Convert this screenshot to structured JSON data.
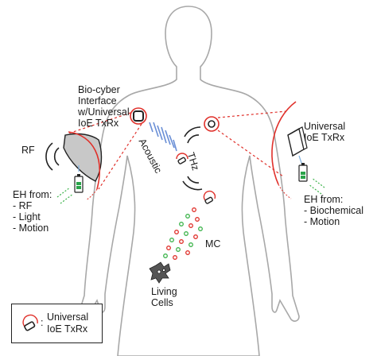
{
  "labels": {
    "bio_cyber": [
      "Bio-cyber",
      "Interface",
      "w/Universal",
      "IoE TxRx"
    ],
    "rf": "RF",
    "acoustic": "Acoustic",
    "thz": "THz",
    "universal_right": [
      "Universal",
      "IoE TxRx"
    ],
    "eh_left": [
      "EH from:",
      "- RF",
      "- Light",
      "- Motion"
    ],
    "eh_right": [
      "EH from:",
      "- Biochemical",
      "- Motion"
    ],
    "mc": "MC",
    "living_cells": [
      "Living",
      "Cells"
    ]
  },
  "legend": {
    "colon": ":",
    "text": [
      "Universal",
      "IoE TxRx"
    ]
  },
  "colors": {
    "body_outline": "#a8a8a8",
    "red_dashed": "#e0302a",
    "acoustic_wave": "#6a8fd6",
    "green": "#3cb34a",
    "battery_green": "#2aa34a",
    "gray_fill": "#c8c8c8"
  },
  "icons": [
    "txrx-icon",
    "battery-icon",
    "signal-wave-icon",
    "cell-cluster-icon",
    "molecule-dot-icon"
  ]
}
